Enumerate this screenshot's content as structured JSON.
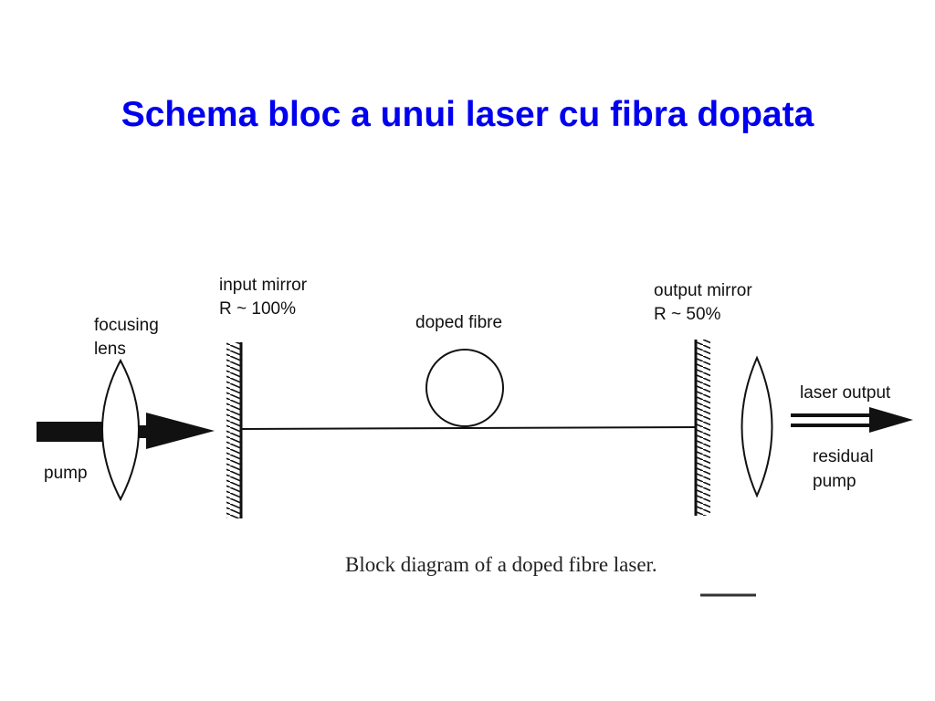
{
  "slide": {
    "title": "Schema bloc a unui laser cu fibra dopata"
  },
  "diagram": {
    "labels": {
      "input_mirror_line1": "input mirror",
      "input_mirror_line2": "R ~ 100%",
      "focusing_lens_line1": "focusing",
      "focusing_lens_line2": "lens",
      "doped_fibre": "doped fibre",
      "output_mirror_line1": "output mirror",
      "output_mirror_line2": "R ~ 50%",
      "laser_output": "laser output",
      "residual_pump_line1": "residual",
      "residual_pump_line2": "pump",
      "pump": "pump"
    },
    "caption": "Block diagram of a doped fibre laser."
  }
}
